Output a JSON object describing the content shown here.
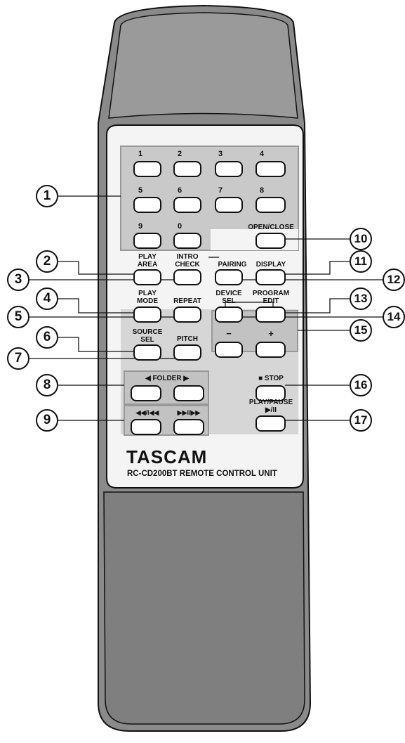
{
  "brand": "TASCAM",
  "model": "RC-CD200BT REMOTE CONTROL UNIT",
  "numeric_keys": [
    "1",
    "2",
    "3",
    "4",
    "5",
    "6",
    "7",
    "8",
    "9",
    "0"
  ],
  "buttons": {
    "open_close": "OPEN/CLOSE",
    "play_area": [
      "PLAY",
      "AREA"
    ],
    "intro_check": [
      "INTRO",
      "CHECK"
    ],
    "pairing": "PAIRING",
    "display": "DISPLAY",
    "play_mode": [
      "PLAY",
      "MODE"
    ],
    "repeat": "REPEAT",
    "device_sel": [
      "DEVICE",
      "SEL"
    ],
    "program_edit": [
      "PROGRAM",
      "EDIT"
    ],
    "source_sel": [
      "SOURCE",
      "SEL"
    ],
    "pitch": "PITCH",
    "minus": "−",
    "plus": "+",
    "folder": "◀ FOLDER ▶",
    "stop": "■ STOP",
    "skip_back": "◀◀/I◀◀",
    "skip_fwd": "▶▶I/▶▶",
    "play_pause": [
      "PLAY/PAUSE",
      "▶/II"
    ]
  },
  "callouts": [
    "1",
    "2",
    "3",
    "4",
    "5",
    "6",
    "7",
    "8",
    "9",
    "10",
    "11",
    "12",
    "13",
    "14",
    "15",
    "16",
    "17"
  ]
}
